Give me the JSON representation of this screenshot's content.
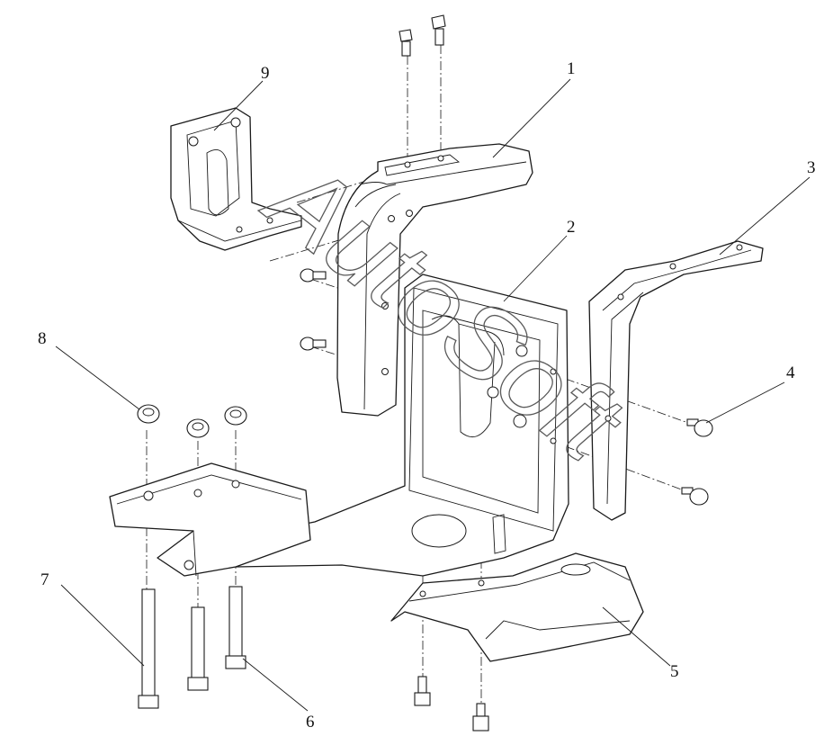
{
  "diagram": {
    "watermark": "AutoSoft",
    "colors": {
      "line": "#1a1a1a",
      "background": "#ffffff",
      "watermark": "#5a5a5a"
    },
    "callouts": [
      {
        "id": "c1",
        "label": "1"
      },
      {
        "id": "c2",
        "label": "2"
      },
      {
        "id": "c3",
        "label": "3"
      },
      {
        "id": "c4",
        "label": "4"
      },
      {
        "id": "c5",
        "label": "5"
      },
      {
        "id": "c6",
        "label": "6"
      },
      {
        "id": "c7",
        "label": "7"
      },
      {
        "id": "c8",
        "label": "8"
      },
      {
        "id": "c9",
        "label": "9"
      }
    ]
  }
}
